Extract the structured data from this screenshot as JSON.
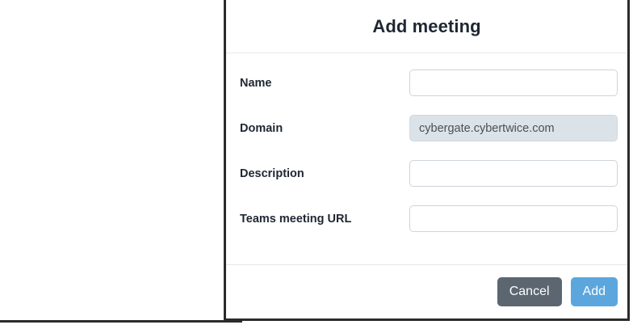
{
  "dialog": {
    "title": "Add meeting",
    "fields": [
      {
        "label": "Name",
        "value": "",
        "placeholder": "",
        "disabled": false,
        "name": "name"
      },
      {
        "label": "Domain",
        "value": "cybergate.cybertwice.com",
        "placeholder": "",
        "disabled": true,
        "name": "domain"
      },
      {
        "label": "Description",
        "value": "",
        "placeholder": "",
        "disabled": false,
        "name": "description"
      },
      {
        "label": "Teams meeting URL",
        "value": "",
        "placeholder": "",
        "disabled": false,
        "name": "teams-meeting-url"
      }
    ],
    "buttons": {
      "cancel_label": "Cancel",
      "add_label": "Add"
    }
  },
  "colors": {
    "primary_button": "#5ba7dd",
    "secondary_button": "#5c6670",
    "disabled_field_bg": "#dce3e8",
    "label_text": "#1f2733",
    "dialog_border": "#2b2b2b"
  }
}
